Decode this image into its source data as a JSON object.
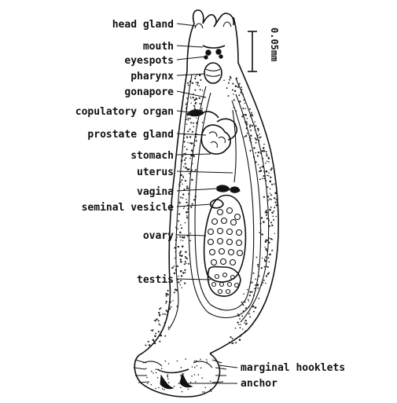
{
  "labels": {
    "head_gland": "head gland",
    "mouth": "mouth",
    "eyespots": "eyespots",
    "pharynx": "pharynx",
    "gonapore": "gonapore",
    "copulatory_organ": "copulatory organ",
    "prostate_gland": "prostate gland",
    "stomach": "stomach",
    "uterus": "uterus",
    "vagina": "vagina",
    "seminal_vesicle": "seminal vesicle",
    "ovary": "ovary",
    "testis": "testis",
    "marginal_hooklets": "marginal hooklets",
    "anchor": "anchor"
  },
  "scale_bar": {
    "label": "0.05mm"
  }
}
